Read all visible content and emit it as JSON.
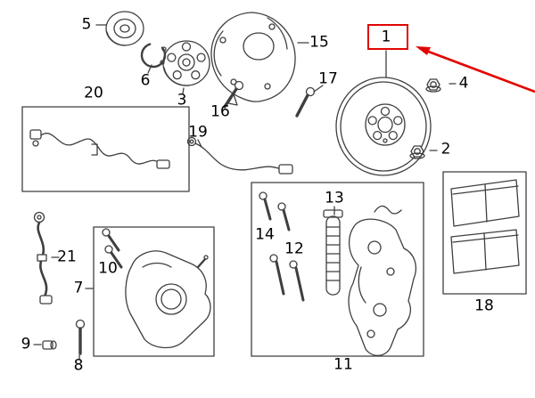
{
  "diagram": {
    "callouts": {
      "n1": "1",
      "n2": "2",
      "n3": "3",
      "n4": "4",
      "n5": "5",
      "n6": "6",
      "n7": "7",
      "n8": "8",
      "n9": "9",
      "n10": "10",
      "n11": "11",
      "n12": "12",
      "n13": "13",
      "n14": "14",
      "n15": "15",
      "n16": "16",
      "n17": "17",
      "n18": "18",
      "n19": "19",
      "n20": "20",
      "n21": "21"
    },
    "highlighted_callout": "1",
    "colors": {
      "line": "#3f3f3f",
      "highlight": "#e10600",
      "background": "#ffffff",
      "text": "#000000"
    }
  }
}
